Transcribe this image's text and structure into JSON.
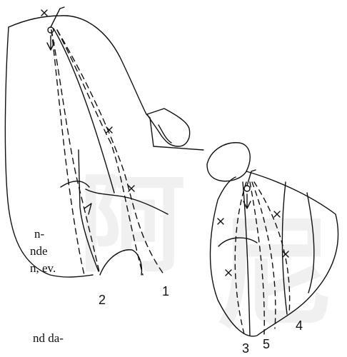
{
  "watermark": {
    "left_glyph": "阿",
    "right_glyph": "尼"
  },
  "route_numbers": [
    "1",
    "2",
    "3",
    "4",
    "5"
  ],
  "margin_text": {
    "line1": "n-",
    "line2": "nde",
    "line3": "n, ev.",
    "line4": "nd da-"
  },
  "colors": {
    "ink": "#111111",
    "watermark": "#f0f0f0"
  }
}
